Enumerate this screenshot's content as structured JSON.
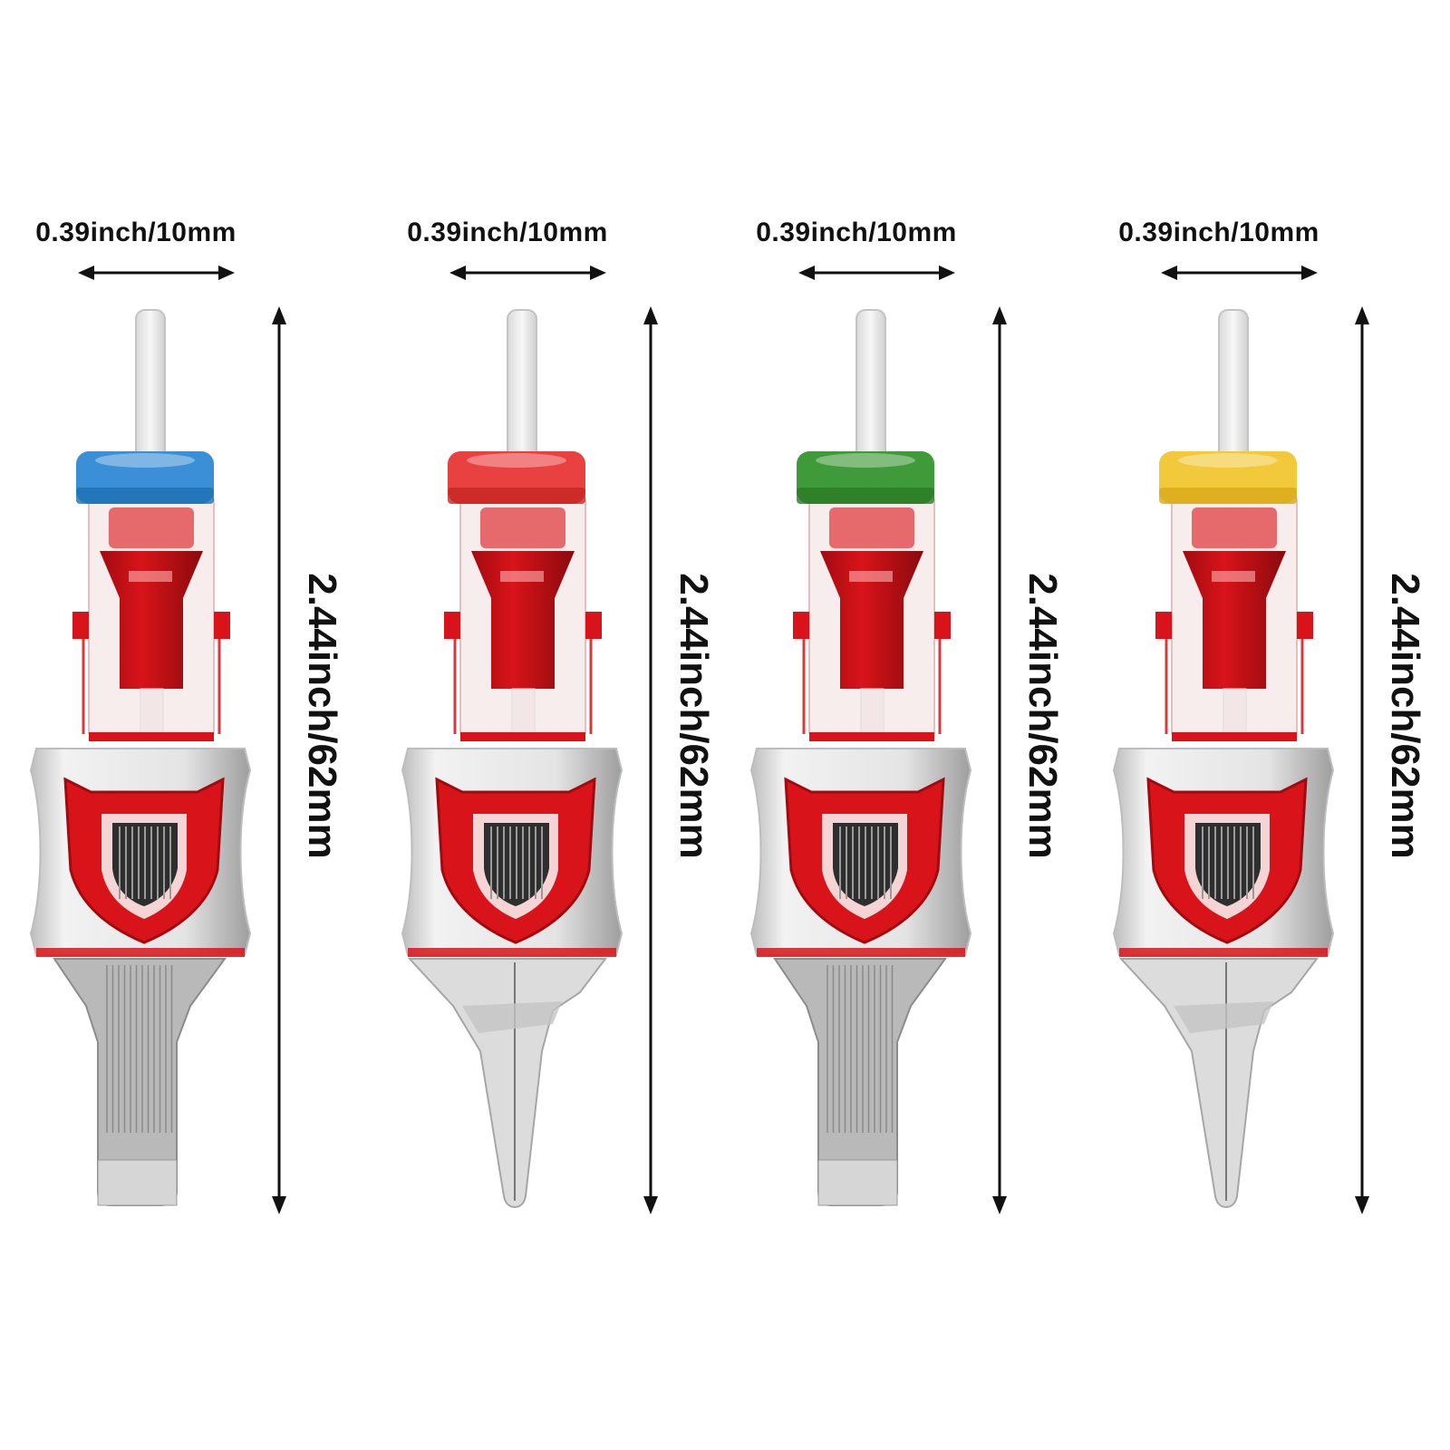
{
  "cartridges": [
    {
      "cap_color": "#3b8fd6",
      "cap_shade": "#1f6fb3",
      "tip": "magnum",
      "width_label": "0.39inch/10mm",
      "height_label": "2.44inch/62mm"
    },
    {
      "cap_color": "#e8413f",
      "cap_shade": "#c52522",
      "tip": "round-liner",
      "width_label": "0.39inch/10mm",
      "height_label": "2.44inch/62mm"
    },
    {
      "cap_color": "#3f9a3a",
      "cap_shade": "#2a7a26",
      "tip": "magnum",
      "width_label": "0.39inch/10mm",
      "height_label": "2.44inch/62mm"
    },
    {
      "cap_color": "#f1c93a",
      "cap_shade": "#d9a91c",
      "tip": "round-liner",
      "width_label": "0.39inch/10mm",
      "height_label": "2.44inch/62mm"
    }
  ],
  "colors": {
    "body_red": "#d8141a",
    "dark_red": "#8e0b0e",
    "grip_gray": "#e6e6e6",
    "arrow": "#111111"
  }
}
